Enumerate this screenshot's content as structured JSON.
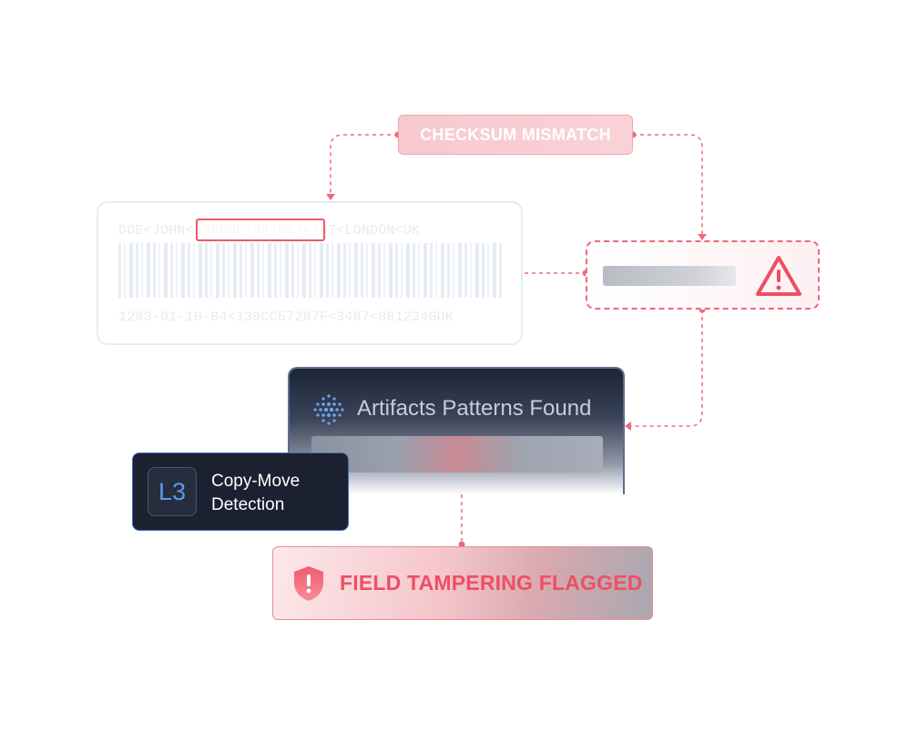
{
  "checksum": {
    "label": "CHECKSUM MISMATCH"
  },
  "mrz": {
    "line1": "DOE<JOHN<19800D<981652<707<LONDON<UK",
    "line2": "1283-01-10-04<139CC57287F<3487<981234GUK"
  },
  "artifacts": {
    "title": "Artifacts Patterns Found"
  },
  "l3": {
    "badge": "L3",
    "line1": "Copy-Move",
    "line2": "Detection"
  },
  "flag": {
    "label": "FIELD TAMPERING FLAGGED"
  },
  "colors": {
    "accent_red": "#ee4f65",
    "dashed_connector": "#ee6a79",
    "dark_card": "#1b2130",
    "badge_blue": "#5b9bf0"
  },
  "icons": {
    "warning": "warning-triangle-icon",
    "dots": "dot-matrix-icon",
    "shield": "shield-alert-icon"
  }
}
